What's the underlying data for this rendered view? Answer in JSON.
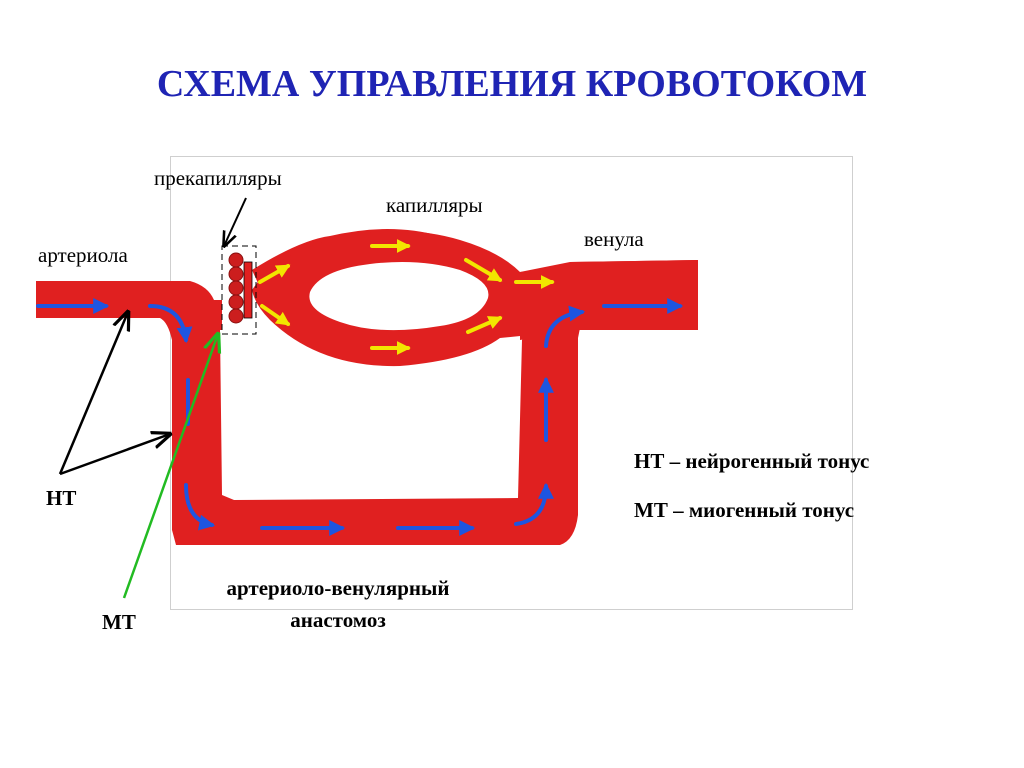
{
  "title": "СХЕМА  УПРАВЛЕНИЯ  КРОВОТОКОМ",
  "labels": {
    "precapillaries": "прекапилляры",
    "capillaries": "капилляры",
    "venule": "венула",
    "arteriole": "артериола",
    "nt": "НТ",
    "mt": "МТ",
    "anastomosis_line1": "артериоло-венулярный",
    "anastomosis_line2": "анастомоз"
  },
  "legend": {
    "nt": "НТ – нейрогенный тонус",
    "mt": "МТ – миогенный тонус"
  },
  "colors": {
    "vessel": "#e02020",
    "flow_arrow_blue": "#1e55e0",
    "flow_arrow_yellow": "#f2e600",
    "title": "#1f24b4",
    "mt_arrow": "#22bb22"
  }
}
